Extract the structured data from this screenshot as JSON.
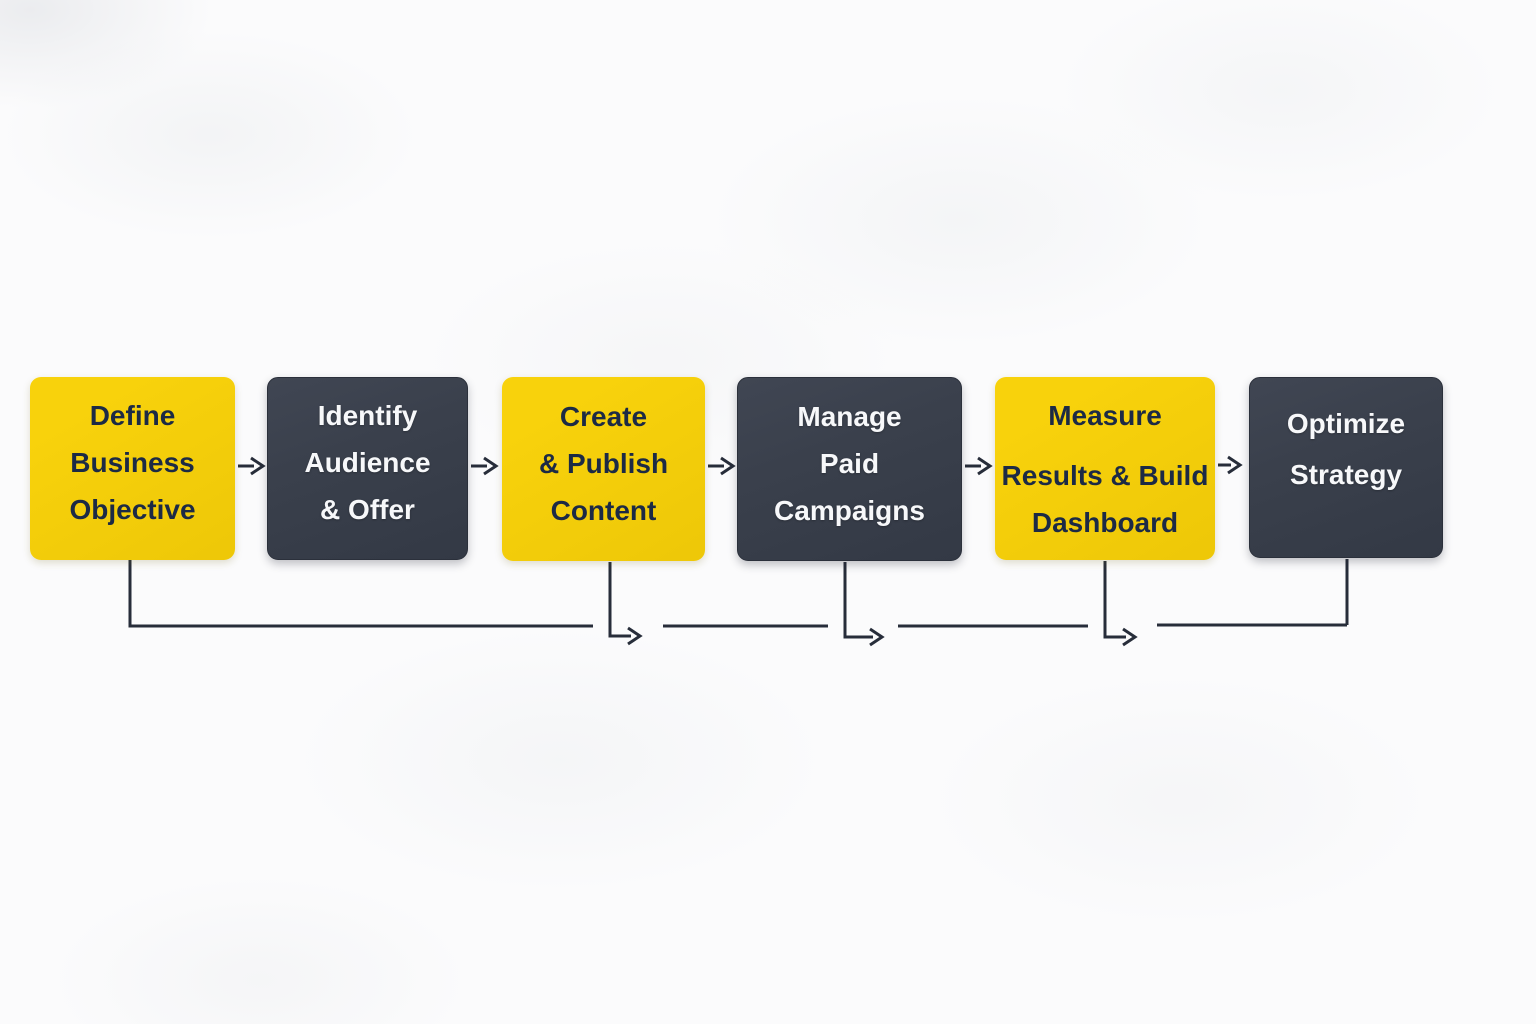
{
  "flow": {
    "steps": [
      {
        "name": "define-business-objective",
        "variant": "yellow",
        "lines": [
          "Define",
          "Business",
          "Objective"
        ]
      },
      {
        "name": "identify-audience-offer",
        "variant": "dark",
        "lines": [
          "Identify",
          "Audience",
          "& Offer"
        ]
      },
      {
        "name": "create-publish-content",
        "variant": "yellow",
        "lines": [
          "Create",
          "& Publish",
          "Content"
        ]
      },
      {
        "name": "manage-paid-campaigns",
        "variant": "dark",
        "lines": [
          "Manage",
          "Paid",
          "Campaigns"
        ]
      },
      {
        "name": "measure-results-build-dashboard",
        "variant": "yellow",
        "lines": [
          "Measure",
          "Results & Build",
          "Dashboard"
        ]
      },
      {
        "name": "optimize-strategy",
        "variant": "dark",
        "lines": [
          "Optimize",
          "Strategy"
        ]
      }
    ]
  },
  "colors": {
    "yellow_box": "#F8D20C",
    "yellow_box_edge": "#EEC808",
    "dark_box": "#3A404C",
    "dark_box_edge": "#2B303B",
    "yellow_text": "#1C2A45",
    "dark_text": "#F7F8FA",
    "connector": "#272D3A",
    "background": "#FBFBFC"
  }
}
